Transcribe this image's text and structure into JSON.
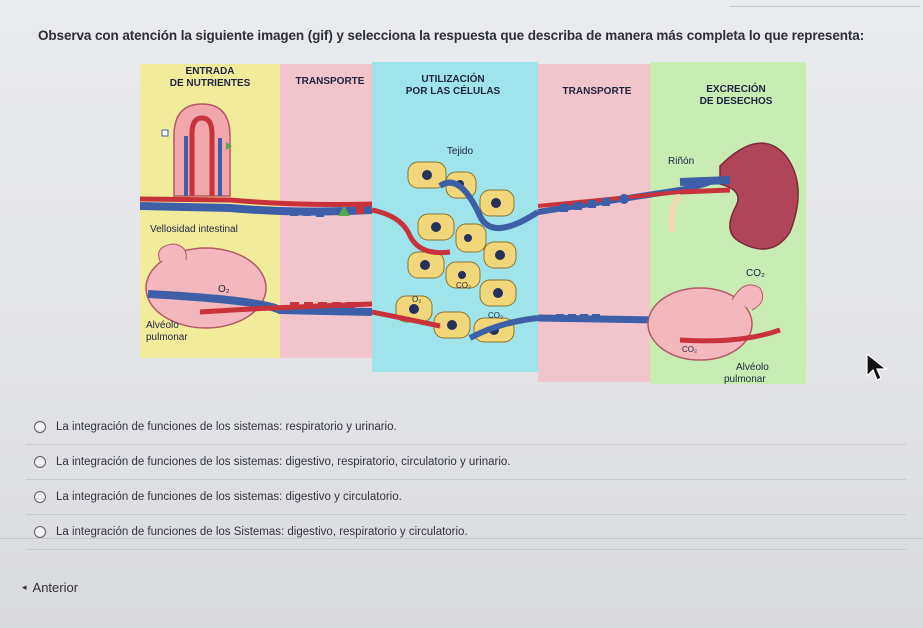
{
  "question": {
    "text": "Observa con atención la siguiente imagen (gif) y selecciona la respuesta que describa de manera más completa lo que representa:"
  },
  "figure": {
    "headers": {
      "entrada_1": "ENTRADA",
      "entrada_2": "DE NUTRIENTES",
      "transporte_left": "TRANSPORTE",
      "utilizacion_1": "UTILIZACIÓN",
      "utilizacion_2": "POR LAS CÉLULAS",
      "transporte_right": "TRANSPORTE",
      "excrecion_1": "EXCRECIÓN",
      "excrecion_2": "DE DESECHOS"
    },
    "labels": {
      "tejido": "Tejido",
      "rinon": "Riñón",
      "vellosidad": "Vellosidad intestinal",
      "o2": "O₂",
      "alveolo_left_1": "Alvéolo",
      "alveolo_left_2": "pulmonar",
      "co2_right": "CO₂",
      "alveolo_right_1": "Alvéolo",
      "alveolo_right_2": "pulmonar",
      "co2_cell": "CO₂",
      "o2_cell": "O₂",
      "co2_mid": "CO₂",
      "co2_bubble": "CO₂"
    },
    "colors": {
      "yellow": "#f1ec9c",
      "pink": "#f2c4cc",
      "cyan": "#9fe4ea",
      "green": "#c9ecb3",
      "artery": "#c8323a",
      "vein": "#3d5fa8"
    }
  },
  "options": [
    {
      "label": "La integración de funciones de los sistemas: respiratorio y urinario."
    },
    {
      "label": "La integración de funciones de los sistemas: digestivo, respiratorio, circulatorio y urinario."
    },
    {
      "label": "La integración de funciones de los sistemas: digestivo y circulatorio."
    },
    {
      "label": "La integración de funciones de los Sistemas: digestivo, respiratorio y circulatorio."
    }
  ],
  "nav": {
    "previous_label": "Anterior"
  }
}
